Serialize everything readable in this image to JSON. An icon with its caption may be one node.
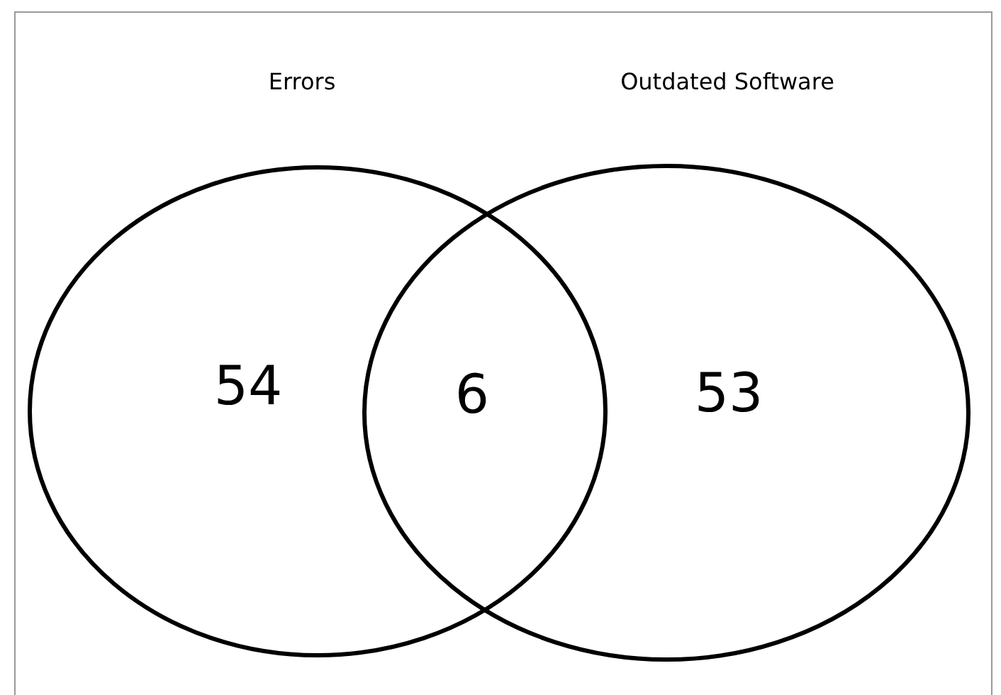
{
  "diagram": {
    "nodes": [
      {
        "text": [
          "Errors",
          "54"
        ]
      },
      {
        "text": [
          "Outdated Software",
          "53"
        ]
      }
    ],
    "labels": [
      "6"
    ]
  }
}
